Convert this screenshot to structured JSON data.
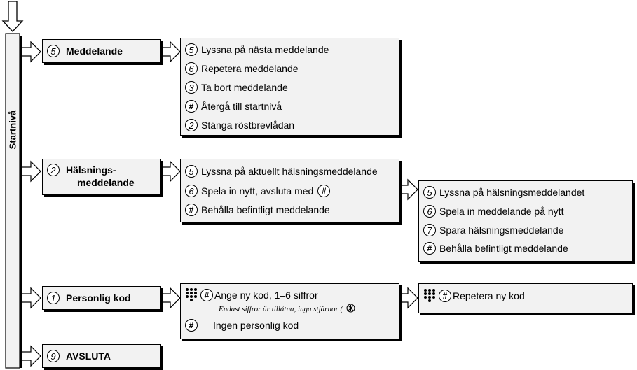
{
  "root_label": "Startnivå",
  "menu": {
    "message": {
      "key": "5",
      "title": "Meddelande",
      "options": [
        {
          "key": "5",
          "label": "Lyssna på nästa meddelande"
        },
        {
          "key": "6",
          "label": "Repetera meddelande"
        },
        {
          "key": "3",
          "label": "Ta bort meddelande"
        },
        {
          "key": "#",
          "label": "Återgå till startnivå"
        },
        {
          "key": "2",
          "label": "Stänga röstbrevlådan"
        }
      ]
    },
    "greeting": {
      "key": "2",
      "title_line1": "Hälsnings-",
      "title_line2": "meddelande",
      "options": [
        {
          "key": "5",
          "label": "Lyssna på aktuellt hälsningsmeddelande"
        },
        {
          "key": "6",
          "label": "Spela in nytt, avsluta med"
        },
        {
          "key": "#",
          "label": "Behålla befintligt meddelande"
        }
      ],
      "record_end_key": "#",
      "sub_options": [
        {
          "key": "5",
          "label": "Lyssna på hälsningsmeddelandet"
        },
        {
          "key": "6",
          "label": "Spela in meddelande på nytt"
        },
        {
          "key": "7",
          "label": "Spara hälsningsmeddelande"
        },
        {
          "key": "#",
          "label": "Behålla befintligt meddelande"
        }
      ]
    },
    "pin": {
      "key": "1",
      "title": "Personlig kod",
      "enter_key": "#",
      "enter_label": "Ange ny kod, 1–6 siffror",
      "note": "Endast siffror är tillåtna, inga stjärnor (",
      "none_key": "#",
      "none_label": "Ingen personlig kod",
      "repeat_key": "#",
      "repeat_label": "Repetera ny kod"
    },
    "exit": {
      "key": "9",
      "title": "AVSLUTA"
    }
  }
}
